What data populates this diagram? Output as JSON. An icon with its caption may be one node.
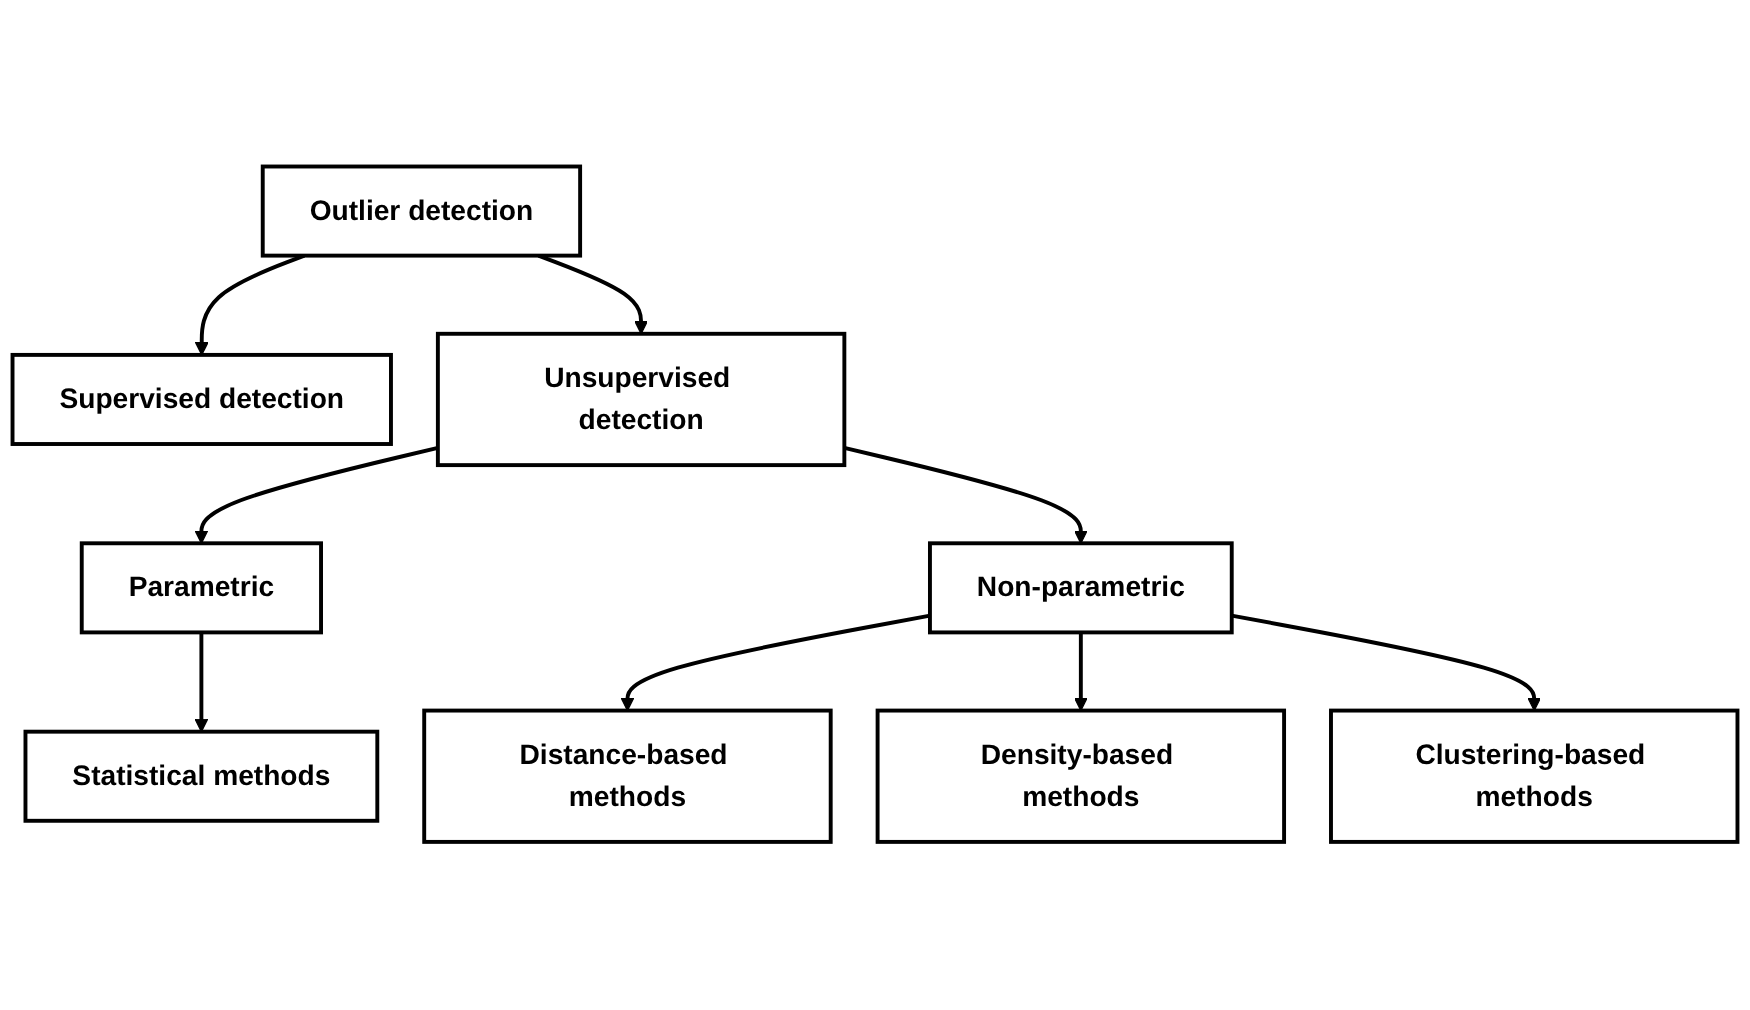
{
  "diagram": {
    "nodes": [
      {
        "text": [
          "Outlier detection"
        ]
      },
      {
        "text": [
          "Supervised detection"
        ]
      },
      {
        "text": [
          "Unsupervised detection"
        ]
      },
      {
        "text": [
          "Parametric"
        ]
      },
      {
        "text": [
          "Non-parametric"
        ]
      },
      {
        "text": [
          "Statistical methods"
        ]
      },
      {
        "text": [
          "Distance-based methods"
        ]
      },
      {
        "text": [
          "Density-based methods"
        ]
      },
      {
        "text": [
          "Clustering-based methods"
        ]
      }
    ],
    "edges": [
      {
        "from": 0,
        "to": 1,
        "arrow": "to"
      },
      {
        "from": 0,
        "to": 2,
        "arrow": "to"
      },
      {
        "from": 2,
        "to": 3,
        "arrow": "to"
      },
      {
        "from": 2,
        "to": 4,
        "arrow": "to"
      },
      {
        "from": 3,
        "to": 5,
        "arrow": "to"
      },
      {
        "from": 4,
        "to": 6,
        "arrow": "to"
      },
      {
        "from": 4,
        "to": 7,
        "arrow": "to"
      },
      {
        "from": 4,
        "to": 8,
        "arrow": "to"
      }
    ]
  }
}
